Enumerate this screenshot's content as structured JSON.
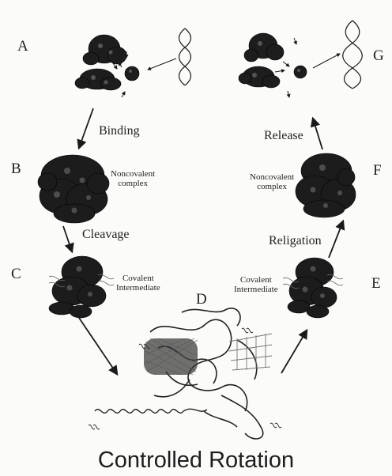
{
  "stages": {
    "A": "A",
    "B": "B",
    "C": "C",
    "D": "D",
    "E": "E",
    "F": "F",
    "G": "G"
  },
  "steps": {
    "binding": "Binding",
    "cleavage": "Cleavage",
    "religation": "Religation",
    "release": "Release"
  },
  "notes": {
    "noncovalent_left": [
      "Noncovalent",
      "complex"
    ],
    "covalent_left": [
      "Covalent",
      "Intermediate"
    ],
    "noncovalent_right": [
      "Noncovalent",
      "complex"
    ],
    "covalent_right": [
      "Covalent",
      "Intermediate"
    ]
  },
  "footer_title": "Controlled Rotation"
}
